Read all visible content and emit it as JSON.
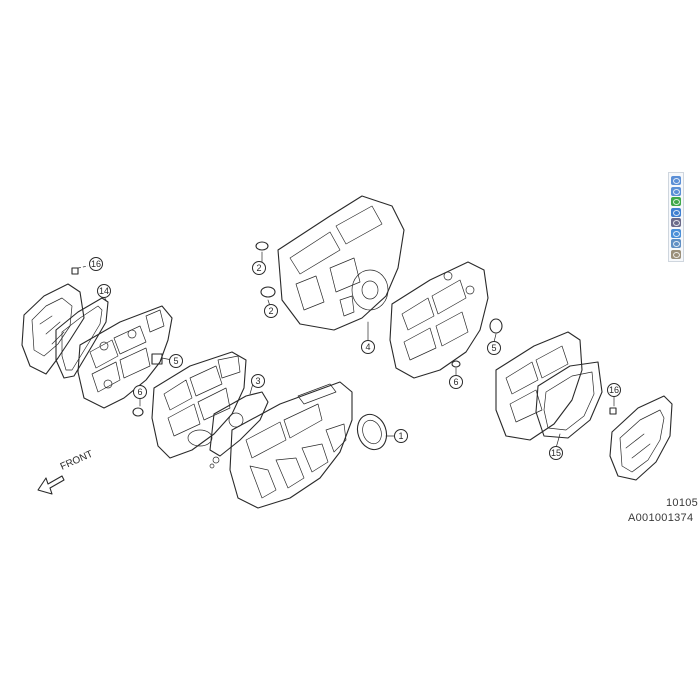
{
  "diagram": {
    "direction_label": "FRONT",
    "figure_number": "10105",
    "illustration_code": "A001001374",
    "callouts": [
      "1",
      "2",
      "2",
      "3",
      "4",
      "5",
      "5",
      "6",
      "6",
      "14",
      "15",
      "16",
      "16"
    ]
  },
  "toolbar": {
    "tools": [
      {
        "icon": "zoom-in-icon",
        "color": "#5b8fd6"
      },
      {
        "icon": "zoom-out-icon",
        "color": "#5b8fd6"
      },
      {
        "icon": "fit-to-screen-icon",
        "color": "#3fa84a"
      },
      {
        "icon": "highlight-icon",
        "color": "#3f7fd1"
      },
      {
        "icon": "pan-icon",
        "color": "#6a6a8a"
      },
      {
        "icon": "reset-view-icon",
        "color": "#4a8fd8"
      },
      {
        "icon": "print-icon",
        "color": "#5f8fc4"
      },
      {
        "icon": "settings-icon",
        "color": "#9a8f7a"
      }
    ]
  }
}
